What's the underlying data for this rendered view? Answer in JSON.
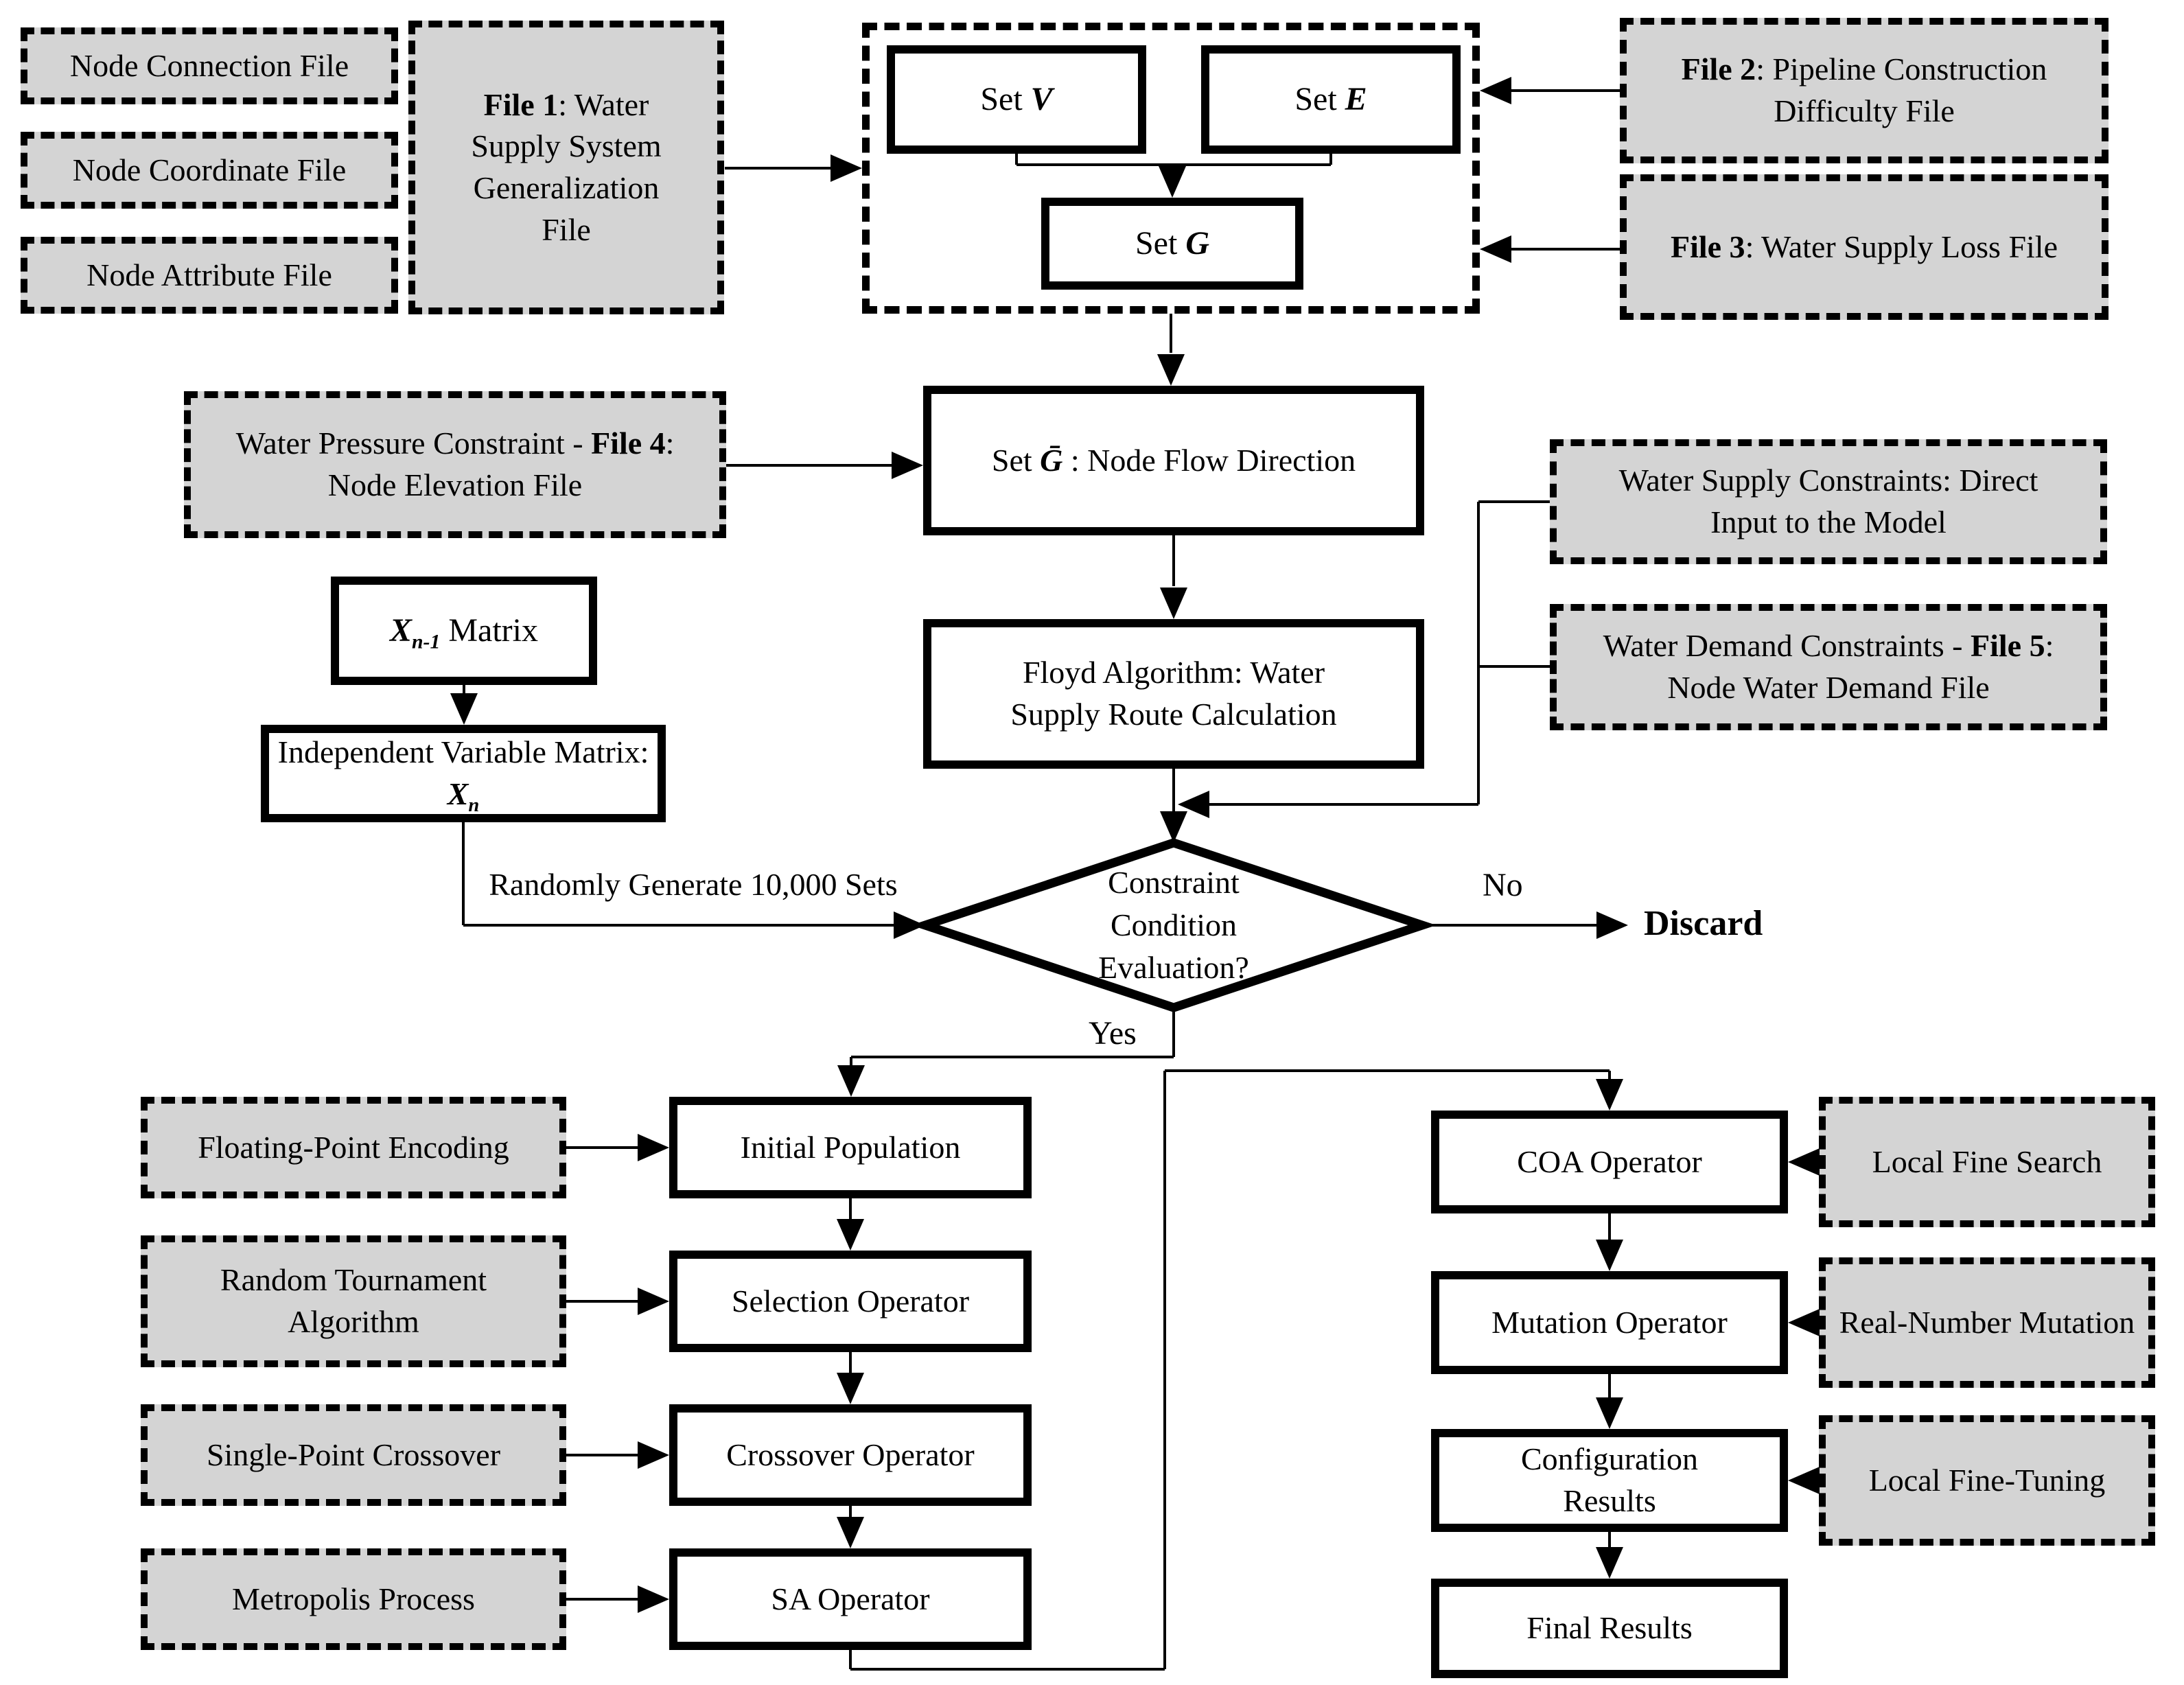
{
  "figure": {
    "background": "#ffffff",
    "colors": {
      "gray_fill": "#d4d4d4",
      "line": "#000000",
      "text": "#000000"
    },
    "boxes": {
      "node_connection": {
        "label": "Node Connection File"
      },
      "node_coordinate": {
        "label": "Node Coordinate File"
      },
      "node_attribute": {
        "label": "Node Attribute File"
      },
      "file1": {
        "bold": "File 1",
        "rest": ": Water Supply System Generalization File"
      },
      "set_v": {
        "prefix": "Set ",
        "var": "V"
      },
      "set_e": {
        "prefix": "Set ",
        "var": "E"
      },
      "set_g": {
        "prefix": "Set ",
        "var": "G"
      },
      "file2": {
        "bold": "File 2",
        "rest": ": Pipeline Construction Difficulty File"
      },
      "file3": {
        "bold": "File 3",
        "rest": ": Water Supply Loss File"
      },
      "file4": {
        "pre": "Water Pressure Constraint - ",
        "bold": "File 4",
        "rest": ": Node Elevation File"
      },
      "set_gbar": {
        "prefix": "Set ",
        "var": "Ḡ",
        "rest": " : Node Flow Direction"
      },
      "floyd": {
        "label": "Floyd Algorithm: Water Supply Route Calculation"
      },
      "xn1": {
        "var": "X",
        "sub": "n-1",
        "rest": " Matrix"
      },
      "ivm": {
        "pre": "Independent Variable Matrix: ",
        "var": "X",
        "sub": "n"
      },
      "ws_constraints": {
        "label": "Water Supply Constraints: Direct Input to the Model"
      },
      "wd_constraints": {
        "pre": "Water Demand Constraints - ",
        "bold": "File 5",
        "rest": ": Node Water Demand File"
      },
      "decision": {
        "line1": "Constraint",
        "line2": "Condition",
        "line3": "Evaluation?"
      },
      "floating_point": {
        "label": "Floating-Point Encoding"
      },
      "initial_population": {
        "label": "Initial Population"
      },
      "random_tournament": {
        "label": "Random Tournament Algorithm"
      },
      "selection": {
        "label": "Selection Operator"
      },
      "single_point": {
        "label": "Single-Point Crossover"
      },
      "crossover": {
        "label": "Crossover Operator"
      },
      "metropolis": {
        "label": "Metropolis Process"
      },
      "sa": {
        "label": "SA Operator"
      },
      "coa": {
        "label": "COA Operator"
      },
      "local_fine_search": {
        "label": "Local Fine Search"
      },
      "mutation": {
        "label": "Mutation Operator"
      },
      "real_number_mutation": {
        "label": "Real-Number Mutation"
      },
      "configuration": {
        "label": "Configuration Results"
      },
      "local_fine_tuning": {
        "label": "Local Fine-Tuning"
      },
      "final_results": {
        "label": "Final Results"
      }
    },
    "labels": {
      "randomly_generate": "Randomly Generate 10,000 Sets",
      "yes": "Yes",
      "no": "No",
      "discard": "Discard"
    }
  }
}
